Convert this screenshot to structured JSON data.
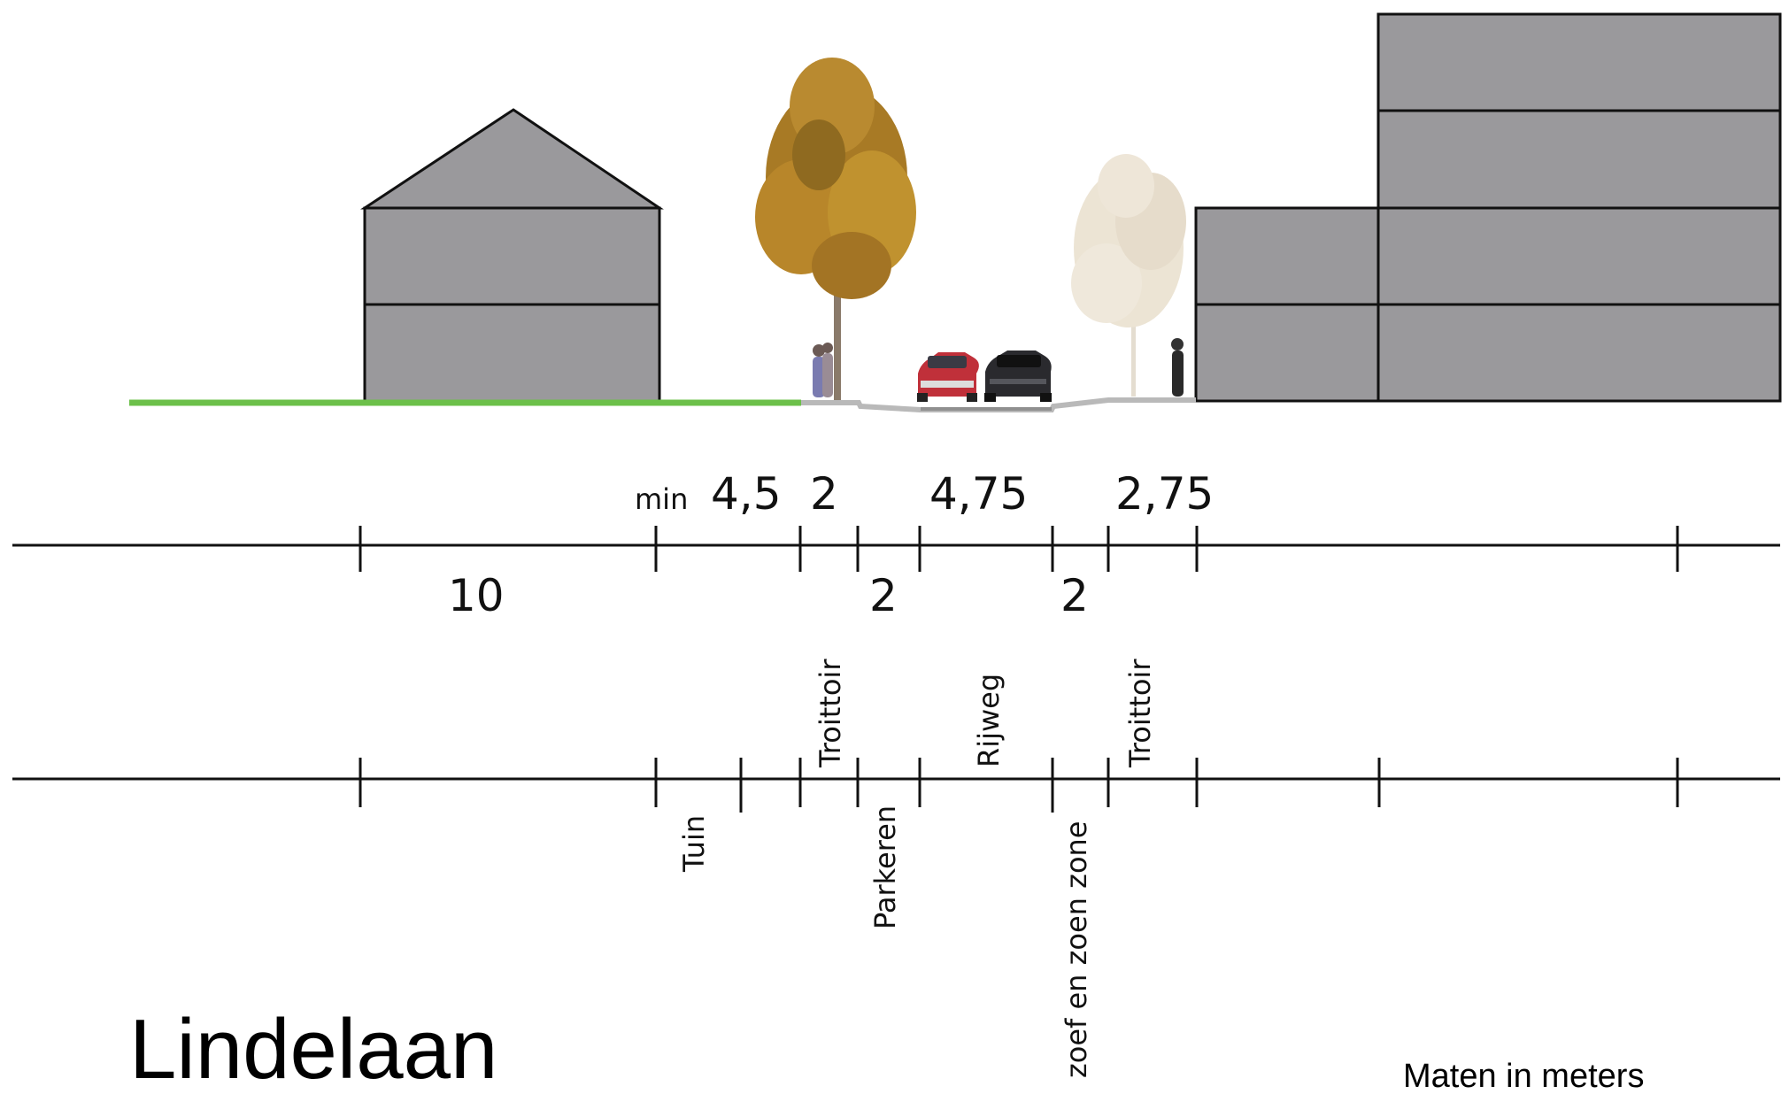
{
  "title": "Lindelaan",
  "units_note": "Maten in meters",
  "colors": {
    "building": "#9a999c",
    "grass": "#6cc04a",
    "pavement": "#b9b9b9",
    "tree_autumn": "#b8862a",
    "tree_pale": "#ece4d4",
    "car_red": "#c0303a",
    "car_dark": "#2a2a2e"
  },
  "dimensions_top": {
    "min_prefix": "min",
    "garden": "4,5",
    "sidewalk_left": "2",
    "roadway": "4,75",
    "sidewalk_right": "2,75"
  },
  "dimensions_bottom": {
    "front_yard": "10",
    "parking": "2",
    "zone": "2"
  },
  "zone_labels": {
    "tuin": "Tuin",
    "troittoir_left": "Troittoir",
    "parkeren": "Parkeren",
    "rijweg": "Rijweg",
    "zoef_zone": "zoef en zoen zone",
    "troittoir_right": "Troittoir"
  }
}
